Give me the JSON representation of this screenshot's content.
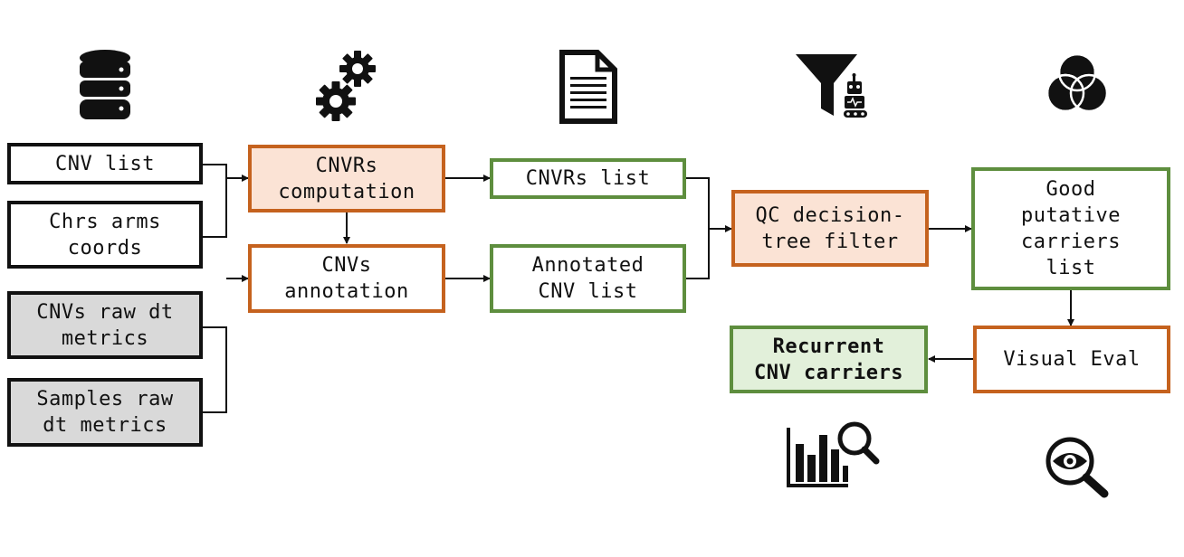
{
  "boxes": {
    "cnv_list": "CNV list",
    "chrs_arms": "Chrs arms\ncoords",
    "cnvs_raw": "CNVs raw dt\nmetrics",
    "samples_raw": "Samples raw\ndt metrics",
    "cnvrs_computation": "CNVRs\ncomputation",
    "cnvs_annotation": "CNVs\nannotation",
    "cnvrs_list": "CNVRs list",
    "annotated_cnv": "Annotated\nCNV list",
    "qc_filter": "QC decision-\ntree filter",
    "good_carriers": "Good\nputative\ncarriers\nlist",
    "visual_eval": "Visual Eval",
    "recurrent": "Recurrent\nCNV carriers"
  },
  "icons": [
    "database-icon",
    "gears-icon",
    "document-icon",
    "filter-robot-icon",
    "venn-icon",
    "chart-search-icon",
    "eye-search-icon"
  ],
  "colors": {
    "orange": "#c5621e",
    "orange_fill": "#fbe3d5",
    "green": "#5e8e3e",
    "green_fill": "#e2f0da",
    "gray_fill": "#d9d9d9"
  }
}
